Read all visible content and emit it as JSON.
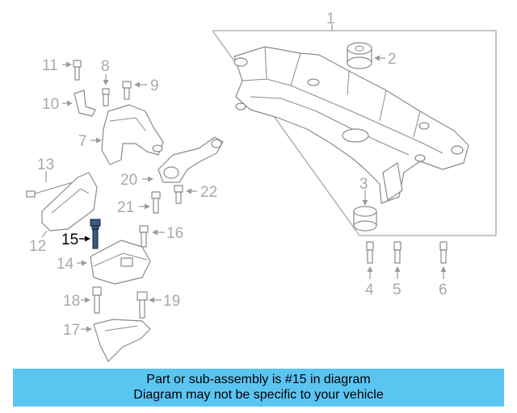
{
  "diagram": {
    "callouts": [
      "1",
      "2",
      "3",
      "4",
      "5",
      "6",
      "7",
      "8",
      "9",
      "10",
      "11",
      "12",
      "13",
      "14",
      "15",
      "16",
      "17",
      "18",
      "19",
      "20",
      "21",
      "22"
    ],
    "highlighted_part": "15"
  },
  "banner": {
    "line1": "Part or sub-assembly is #15 in diagram",
    "line2": "Diagram may not be specific to your vehicle",
    "background_color": "#5bc5f2"
  }
}
